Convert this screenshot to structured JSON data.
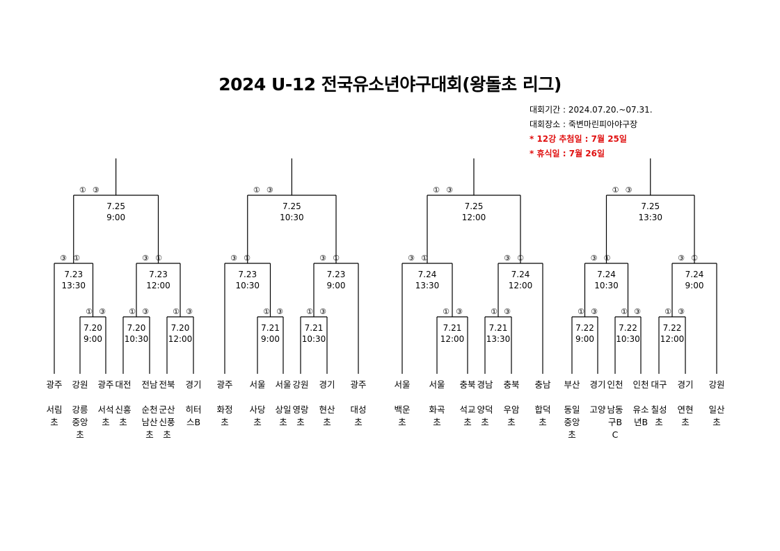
{
  "title": "2024 U-12 전국유소년야구대회(왕돌초 리그)",
  "info": {
    "period": "대회기간 : 2024.07.20.~07.31.",
    "venue": "대회장소 :  죽변마린피아야구장",
    "draw_note": "* 12강 추첨일 : 7월 25일",
    "rest_note": "* 휴식일 : 7월 26일"
  },
  "accent_color": "#e01010",
  "brackets": [
    {
      "final": {
        "date": "7.25",
        "time": "9:00",
        "m1": "①",
        "m2": "③"
      },
      "semis": [
        {
          "date": "7.23",
          "time": "13:30",
          "m1": "③",
          "m2": "①"
        },
        {
          "date": "7.23",
          "time": "12:00",
          "m1": "③",
          "m2": "①"
        }
      ],
      "firsts": [
        {
          "date": "7.20",
          "time": "9:00",
          "m1": "①",
          "m2": "③"
        },
        {
          "date": "7.20",
          "time": "10:30",
          "m1": "①",
          "m2": "③"
        },
        {
          "date": "7.20",
          "time": "12:00",
          "m1": "①",
          "m2": "③"
        }
      ],
      "teams": [
        {
          "region": "광주",
          "school": "서림초"
        },
        {
          "region": "강원",
          "school": "강릉중앙초"
        },
        {
          "region": "광주",
          "school": "서석초"
        },
        {
          "region": "대전",
          "school": "신흥초"
        },
        {
          "region": "전남",
          "school": "순천남산초"
        },
        {
          "region": "전북",
          "school": "군산신풍초"
        },
        {
          "region": "경기",
          "school": "히터스B"
        }
      ]
    },
    {
      "final": {
        "date": "7.25",
        "time": "10:30",
        "m1": "①",
        "m2": "③"
      },
      "semis": [
        {
          "date": "7.23",
          "time": "10:30",
          "m1": "③",
          "m2": "①"
        },
        {
          "date": "7.23",
          "time": "9:00",
          "m1": "③",
          "m2": "①"
        }
      ],
      "firsts": [
        {
          "date": "7.21",
          "time": "9:00",
          "m1": "①",
          "m2": "③"
        },
        {
          "date": "7.21",
          "time": "10:30",
          "m1": "①",
          "m2": "③"
        }
      ],
      "teams": [
        {
          "region": "광주",
          "school": "화정초"
        },
        {
          "region": "서울",
          "school": "사당초"
        },
        {
          "region": "서울",
          "school": "상일초"
        },
        {
          "region": "강원",
          "school": "영랑초"
        },
        {
          "region": "경기",
          "school": "현산초"
        },
        {
          "region": "광주",
          "school": "대성초"
        }
      ]
    },
    {
      "final": {
        "date": "7.25",
        "time": "12:00",
        "m1": "①",
        "m2": "③"
      },
      "semis": [
        {
          "date": "7.24",
          "time": "13:30",
          "m1": "③",
          "m2": "①"
        },
        {
          "date": "7.24",
          "time": "12:00",
          "m1": "③",
          "m2": "①"
        }
      ],
      "firsts": [
        {
          "date": "7.21",
          "time": "12:00",
          "m1": "①",
          "m2": "③"
        },
        {
          "date": "7.21",
          "time": "13:30",
          "m1": "①",
          "m2": "③"
        }
      ],
      "teams": [
        {
          "region": "서울",
          "school": "백운초"
        },
        {
          "region": "서울",
          "school": "화곡초"
        },
        {
          "region": "충북",
          "school": "석교초"
        },
        {
          "region": "경남",
          "school": "양덕초"
        },
        {
          "region": "충북",
          "school": "우암초"
        },
        {
          "region": "충남",
          "school": "합덕초"
        }
      ]
    },
    {
      "final": {
        "date": "7.25",
        "time": "13:30",
        "m1": "①",
        "m2": "③"
      },
      "semis": [
        {
          "date": "7.24",
          "time": "10:30",
          "m1": "③",
          "m2": "①"
        },
        {
          "date": "7.24",
          "time": "9:00",
          "m1": "③",
          "m2": "①"
        }
      ],
      "firsts": [
        {
          "date": "7.22",
          "time": "9:00",
          "m1": "①",
          "m2": "③"
        },
        {
          "date": "7.22",
          "time": "10:30",
          "m1": "①",
          "m2": "③"
        },
        {
          "date": "7.22",
          "time": "12:00",
          "m1": "①",
          "m2": "③"
        }
      ],
      "teams": [
        {
          "region": "부산",
          "school": "동일중앙초"
        },
        {
          "region": "경기",
          "school": "고양"
        },
        {
          "region": "인천",
          "school": "남동구BC"
        },
        {
          "region": "인천",
          "school": "유소년B"
        },
        {
          "region": "대구",
          "school": "칠성초"
        },
        {
          "region": "경기",
          "school": "연현초"
        },
        {
          "region": "강원",
          "school": "일산초"
        }
      ]
    }
  ]
}
